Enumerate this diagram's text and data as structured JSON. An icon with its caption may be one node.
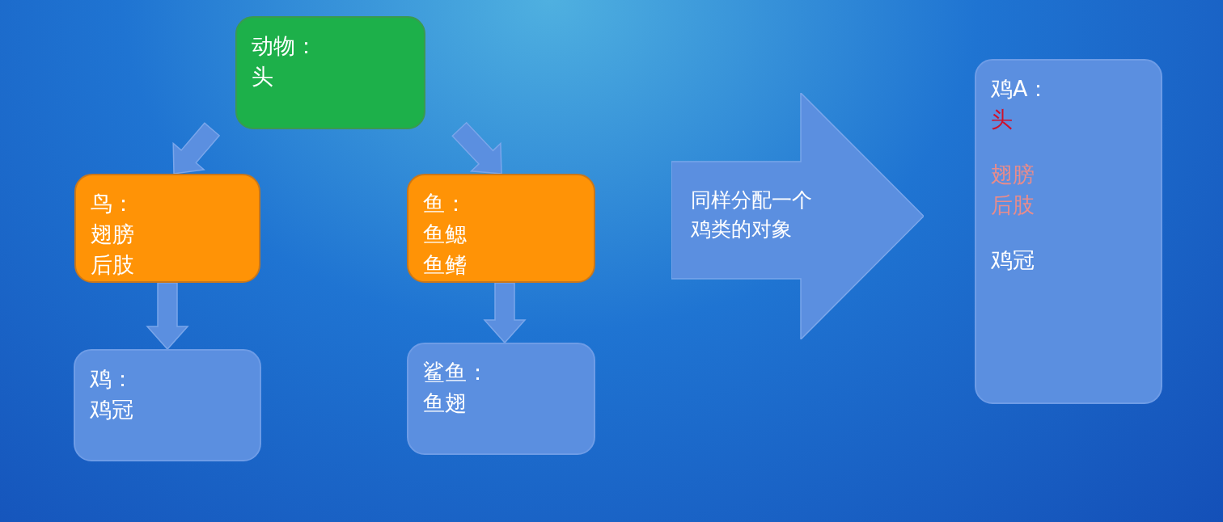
{
  "diagram": {
    "nodes": [
      {
        "text": [
          "动物：",
          "头"
        ]
      },
      {
        "text": [
          "鸟：",
          "翅膀",
          "后肢"
        ]
      },
      {
        "text": [
          "鱼：",
          "鱼鳃",
          "鱼鳍"
        ]
      },
      {
        "text": [
          "鸡：",
          "鸡冠"
        ]
      },
      {
        "text": [
          "鲨鱼：",
          "鱼翅"
        ]
      },
      {
        "text": [
          "同样分配一个鸡类的对象"
        ]
      },
      {
        "text": [
          "鸡A：",
          "头",
          "翅膀",
          "后肢",
          "鸡冠"
        ]
      }
    ],
    "edges": [
      {
        "from": 0,
        "to": 1,
        "arrow": "to",
        "style": "thick"
      },
      {
        "from": 0,
        "to": 2,
        "arrow": "to",
        "style": "thick"
      },
      {
        "from": 1,
        "to": 3,
        "arrow": "to",
        "style": "thick"
      },
      {
        "from": 2,
        "to": 4,
        "arrow": "to",
        "style": "thick"
      }
    ]
  }
}
